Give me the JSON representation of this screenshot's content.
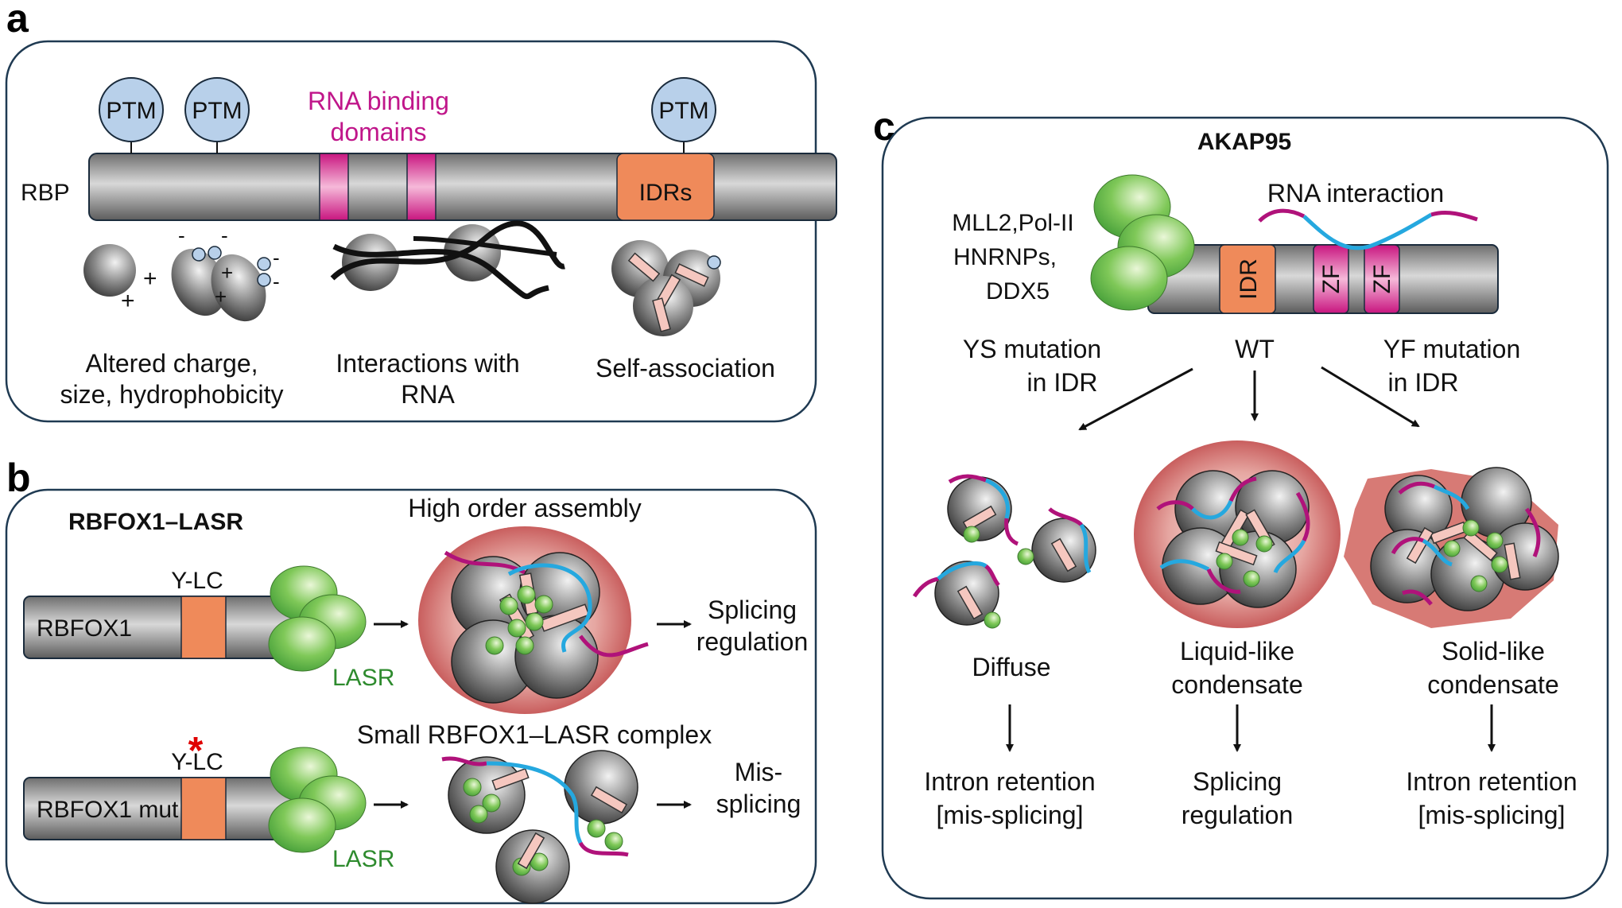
{
  "panels": {
    "a": {
      "letter": "a",
      "rbp_label": "RBP",
      "ptm_labels": [
        "PTM",
        "PTM",
        "PTM"
      ],
      "rna_binding_line1": "RNA binding",
      "rna_binding_line2": "domains",
      "idr_label": "IDRs",
      "charge_line1": "Altered charge,",
      "charge_line2": "size, hydrophobicity",
      "rna_int_line1": "Interactions with",
      "rna_int_line2": "RNA",
      "self_assoc": "Self-association"
    },
    "b": {
      "letter": "b",
      "title": "RBFOX1–LASR",
      "high_order": "High order assembly",
      "ylc_top": "Y-LC",
      "rbfox1": "RBFOX1",
      "lasr_top": "LASR",
      "splicing_line1": "Splicing",
      "splicing_line2": "regulation",
      "mutation_star": "*",
      "ylc_bottom": "Y-LC",
      "rbfox1_mut": "RBFOX1 mut",
      "small_complex": "Small RBFOX1–LASR complex",
      "lasr_bottom": "LASR",
      "missplice_line1": "Mis-",
      "missplice_line2": "splicing"
    },
    "c": {
      "letter": "c",
      "title": "AKAP95",
      "partners_line1": "MLL2,Pol-II",
      "partners_line2": "HNRNPs,",
      "partners_line3": "DDX5",
      "rna_interaction": "RNA interaction",
      "idr": "IDR",
      "zf1": "ZF",
      "zf2": "ZF",
      "ys_line1": "YS mutation",
      "ys_line2": "in IDR",
      "wt": "WT",
      "yf_line1": "YF mutation",
      "yf_line2": "in IDR",
      "diffuse": "Diffuse",
      "liquid_line1": "Liquid-like",
      "liquid_line2": "condensate",
      "solid_line1": "Solid-like",
      "solid_line2": "condensate",
      "out1_line1": "Intron retention",
      "out1_line2": "[mis-splicing]",
      "out2_line1": "Splicing",
      "out2_line2": "regulation",
      "out3_line1": "Intron retention",
      "out3_line2": "[mis-splicing]"
    }
  },
  "colors": {
    "protein_bar": "#a8a8a8",
    "ptm_circle": "#b8d0ea",
    "rna_binding": "#d62a8c",
    "idr": "#ef8a5a",
    "lasr_green": "#6fbf4a",
    "lasr_text": "#2e8b2e",
    "rna_blue": "#25a8df",
    "rna_magenta": "#b0127a",
    "condensate": "#c44a4a",
    "star_red": "#e00000"
  }
}
